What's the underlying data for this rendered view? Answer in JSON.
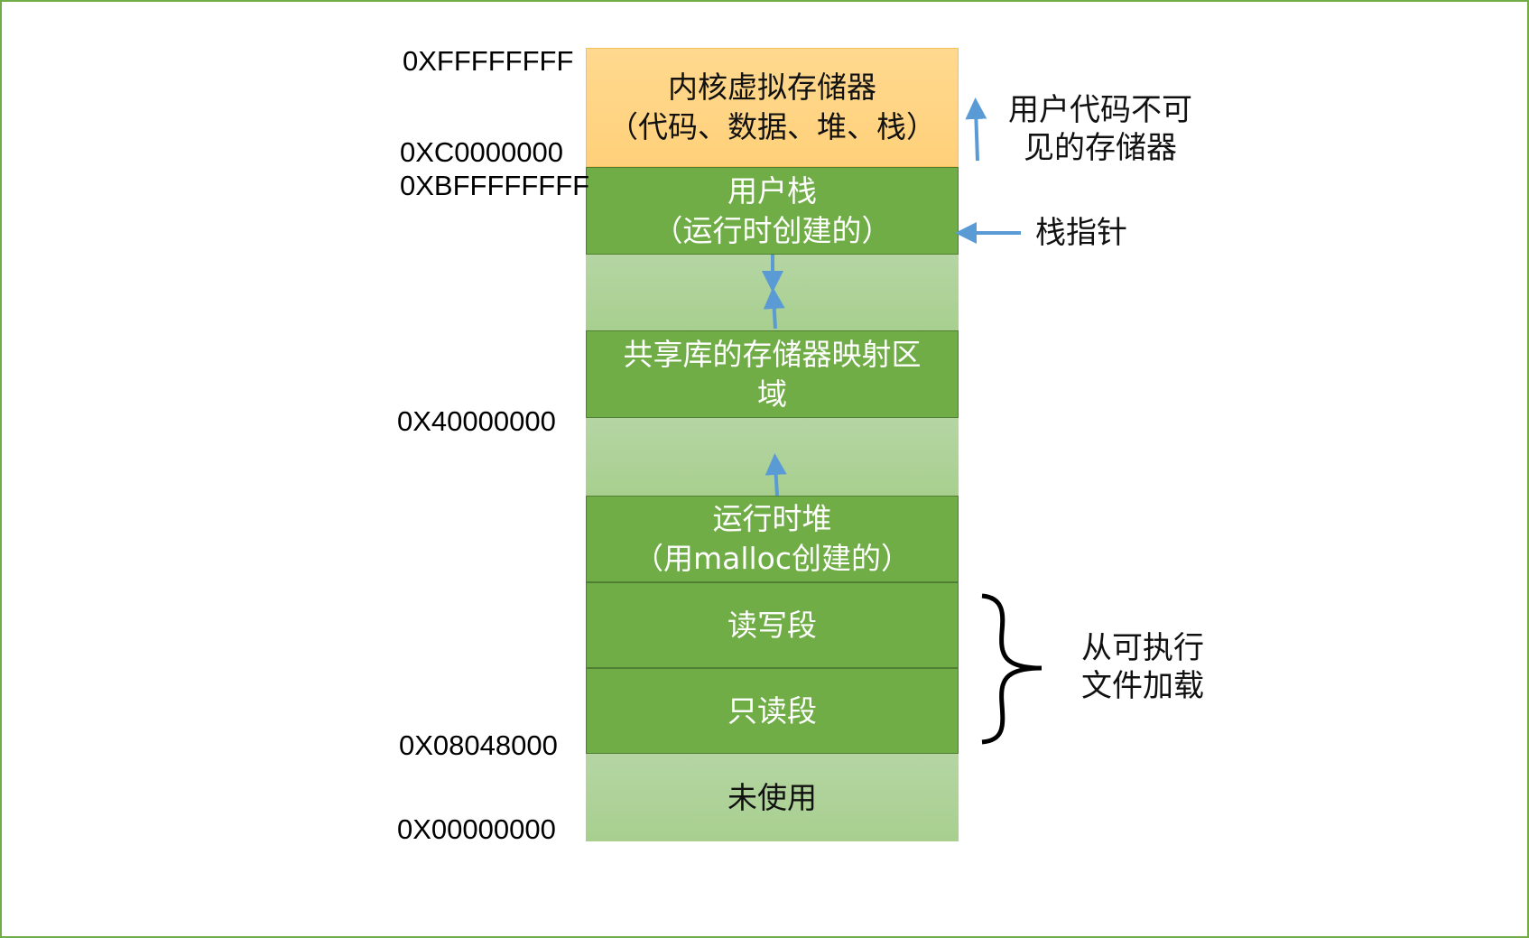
{
  "segments": {
    "kernel": [
      "内核虚拟存储器",
      "（代码、数据、堆、栈）"
    ],
    "user_stack": [
      "用户栈",
      "（运行时创建的）"
    ],
    "shared_lib": [
      "共享库的存储器映射区",
      "域"
    ],
    "heap": [
      "运行时堆",
      "（用malloc创建的）"
    ],
    "rw": "读写段",
    "ro": "只读段",
    "unused": "未使用"
  },
  "addresses": {
    "a0": "0XFFFFFFFF",
    "a1": "0XC0000000",
    "a2": "0XBFFFFFFFF",
    "a3": "0X40000000",
    "a4": "0X08048000",
    "a5": "0X00000000"
  },
  "notes": {
    "invisible": [
      "用户代码不可",
      "见的存储器"
    ],
    "stack_pointer": "栈指针",
    "loaded": [
      "从可执行",
      "文件加载"
    ]
  },
  "colors": {
    "green": "#70ad47",
    "light_green": "#b5d5a3",
    "orange": "#ffd98f",
    "arrow": "#5b9bd5"
  }
}
